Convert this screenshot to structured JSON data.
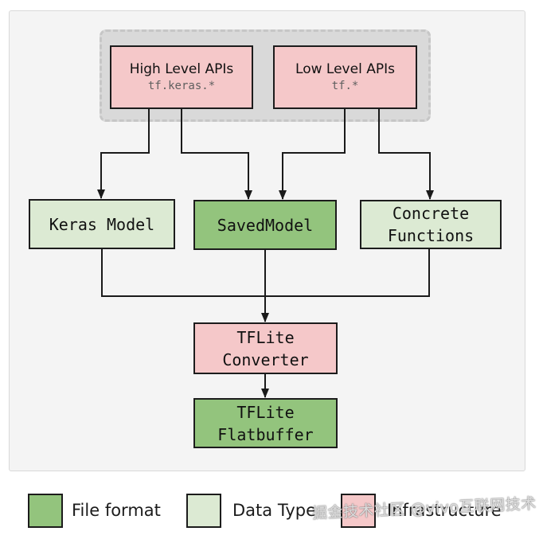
{
  "api_container": {
    "high_level": {
      "title": "High Level APIs",
      "code": "tf.keras.*"
    },
    "low_level": {
      "title": "Low Level APIs",
      "code": "tf.*"
    }
  },
  "nodes": {
    "keras_model": {
      "label": "Keras Model"
    },
    "saved_model": {
      "label": "SavedModel"
    },
    "concrete_functions": {
      "label": "Concrete\nFunctions"
    },
    "tflite_converter": {
      "label": "TFLite\nConverter"
    },
    "tflite_flatbuffer": {
      "label": "TFLite\nFlatbuffer"
    }
  },
  "edges": [
    {
      "from": "high_level_apis",
      "to": "keras_model"
    },
    {
      "from": "high_level_apis",
      "to": "saved_model"
    },
    {
      "from": "low_level_apis",
      "to": "saved_model"
    },
    {
      "from": "low_level_apis",
      "to": "concrete_functions"
    },
    {
      "from": "keras_model",
      "to": "tflite_converter"
    },
    {
      "from": "saved_model",
      "to": "tflite_converter"
    },
    {
      "from": "concrete_functions",
      "to": "tflite_converter"
    },
    {
      "from": "tflite_converter",
      "to": "tflite_flatbuffer"
    }
  ],
  "legend": {
    "items": [
      {
        "label": "File format",
        "color": "#93c47d"
      },
      {
        "label": "Data Type",
        "color": "#dcead3"
      },
      {
        "label": "Infrastructure",
        "color": "#f5c8c9"
      }
    ]
  },
  "watermark": {
    "text": "掘金技术社区 @vivo互联网技术"
  },
  "colors": {
    "file_format_green": "#93c47d",
    "data_type_green": "#dcead3",
    "infrastructure_pink": "#f5c8c9",
    "api_container_gray": "#d9d9d9",
    "connector_black": "#1a1a1a",
    "panel_background": "#f4f4f4"
  }
}
